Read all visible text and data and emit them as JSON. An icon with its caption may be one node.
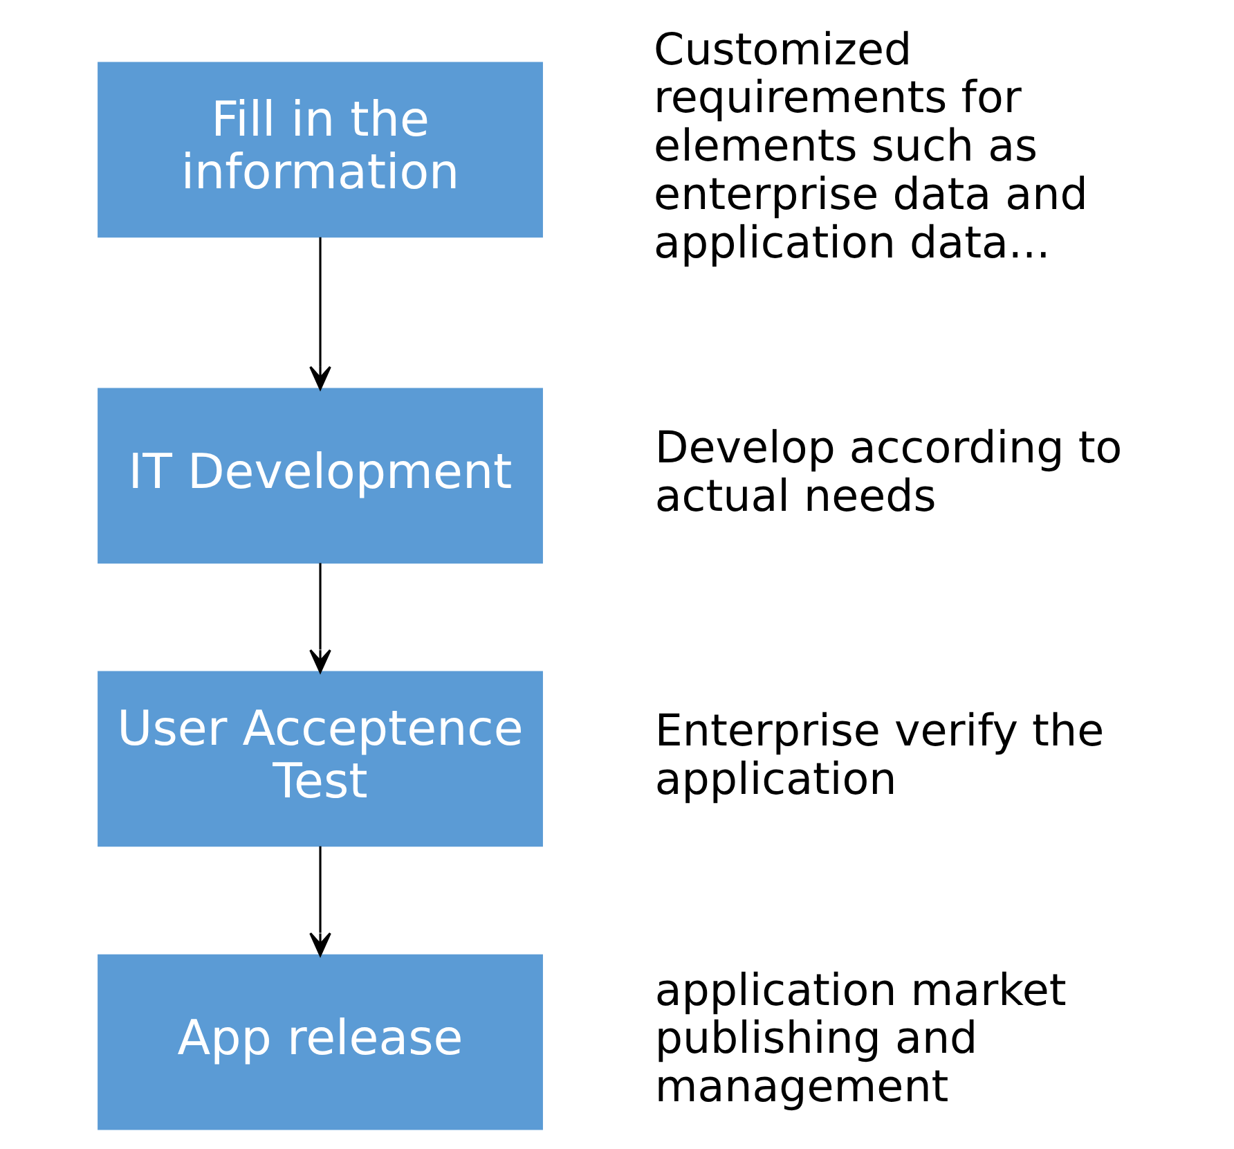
{
  "diagram": {
    "nodes": [
      {
        "text": [
          "Fill in the information"
        ],
        "beside": [
          "Customized requirements for elements such as enterprise data and application data..."
        ]
      },
      {
        "text": [
          "IT Development"
        ],
        "beside": [
          "Develop according to actual needs"
        ]
      },
      {
        "text": [
          "User Acceptence Test"
        ],
        "beside": [
          "Enterprise verify the application"
        ]
      },
      {
        "text": [
          "App release"
        ],
        "beside": [
          "application market publishing and management"
        ]
      }
    ],
    "edges": [
      {
        "from": 0,
        "to": 1,
        "arrow": "to"
      },
      {
        "from": 1,
        "to": 2,
        "arrow": "to"
      },
      {
        "from": 2,
        "to": 3,
        "arrow": "to"
      }
    ]
  }
}
